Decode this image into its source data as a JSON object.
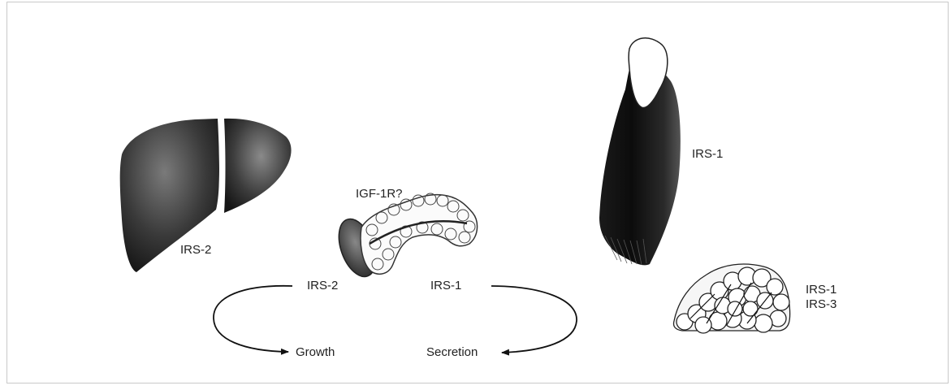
{
  "labels": {
    "liver_irs": "IRS-2",
    "pancreas_receptor": "IGF-1R?",
    "pancreas_left_irs": "IRS-2",
    "pancreas_right_irs": "IRS-1",
    "growth": "Growth",
    "secretion": "Secretion",
    "muscle_irs": "IRS-1",
    "adipose_irs_1": "IRS-1",
    "adipose_irs_3": "IRS-3"
  },
  "colors": {
    "ink": "#111111",
    "liver_dark": "#1a1a1a",
    "liver_light": "#6a6a6a",
    "frame": "#c9c9c9"
  }
}
